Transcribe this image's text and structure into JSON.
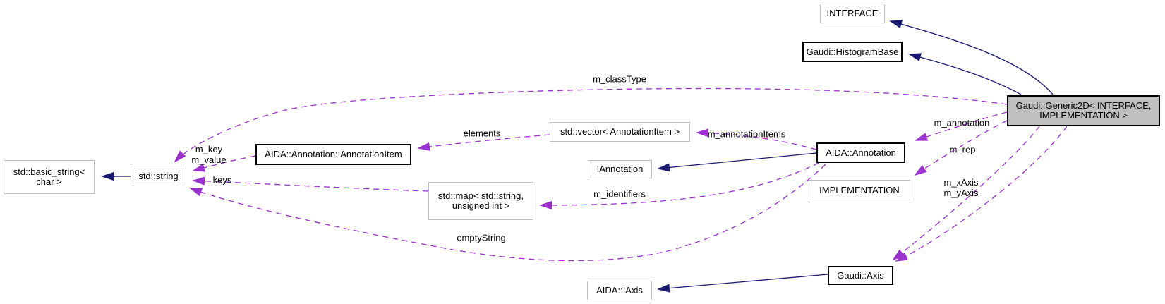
{
  "diagram": {
    "type": "collaboration-graph",
    "nodes": {
      "interface": {
        "label": "INTERFACE"
      },
      "histogram_base": {
        "label": "Gaudi::HistogramBase"
      },
      "generic2d": {
        "line1": "Gaudi::Generic2D< INTERFACE,",
        "line2": "IMPLEMENTATION >"
      },
      "basic_string": {
        "line1": "std::basic_string<",
        "line2": "char >"
      },
      "std_string": {
        "label": "std::string"
      },
      "annotation_item": {
        "label": "AIDA::Annotation::AnnotationItem"
      },
      "std_vector": {
        "label": "std::vector< AnnotationItem >"
      },
      "iannotation": {
        "label": "IAnnotation"
      },
      "aida_annotation": {
        "label": "AIDA::Annotation"
      },
      "implementation": {
        "label": "IMPLEMENTATION"
      },
      "std_map": {
        "line1": "std::map< std::string,",
        "line2": "unsigned int >"
      },
      "gaudi_axis": {
        "label": "Gaudi::Axis"
      },
      "aida_iaxis": {
        "label": "AIDA::IAxis"
      }
    },
    "edge_labels": {
      "m_classType": "m_classType",
      "m_annotation": "m_annotation",
      "m_rep": "m_rep",
      "m_xAxis": "m_xAxis",
      "m_yAxis": "m_yAxis",
      "m_annotationItems": "m_annotationItems",
      "elements": "elements",
      "m_key": "m_key",
      "m_value": "m_value",
      "keys": "keys",
      "m_identifiers": "m_identifiers",
      "emptyString": "emptyString"
    },
    "colors": {
      "inheritance_edge": "#191970",
      "usage_edge": "#9a32cd",
      "documented_border": "#000000",
      "undocumented_border": "#bebebe",
      "current_node_fill": "#bfbfbf",
      "background": "#ffffff",
      "text": "#000000"
    }
  }
}
